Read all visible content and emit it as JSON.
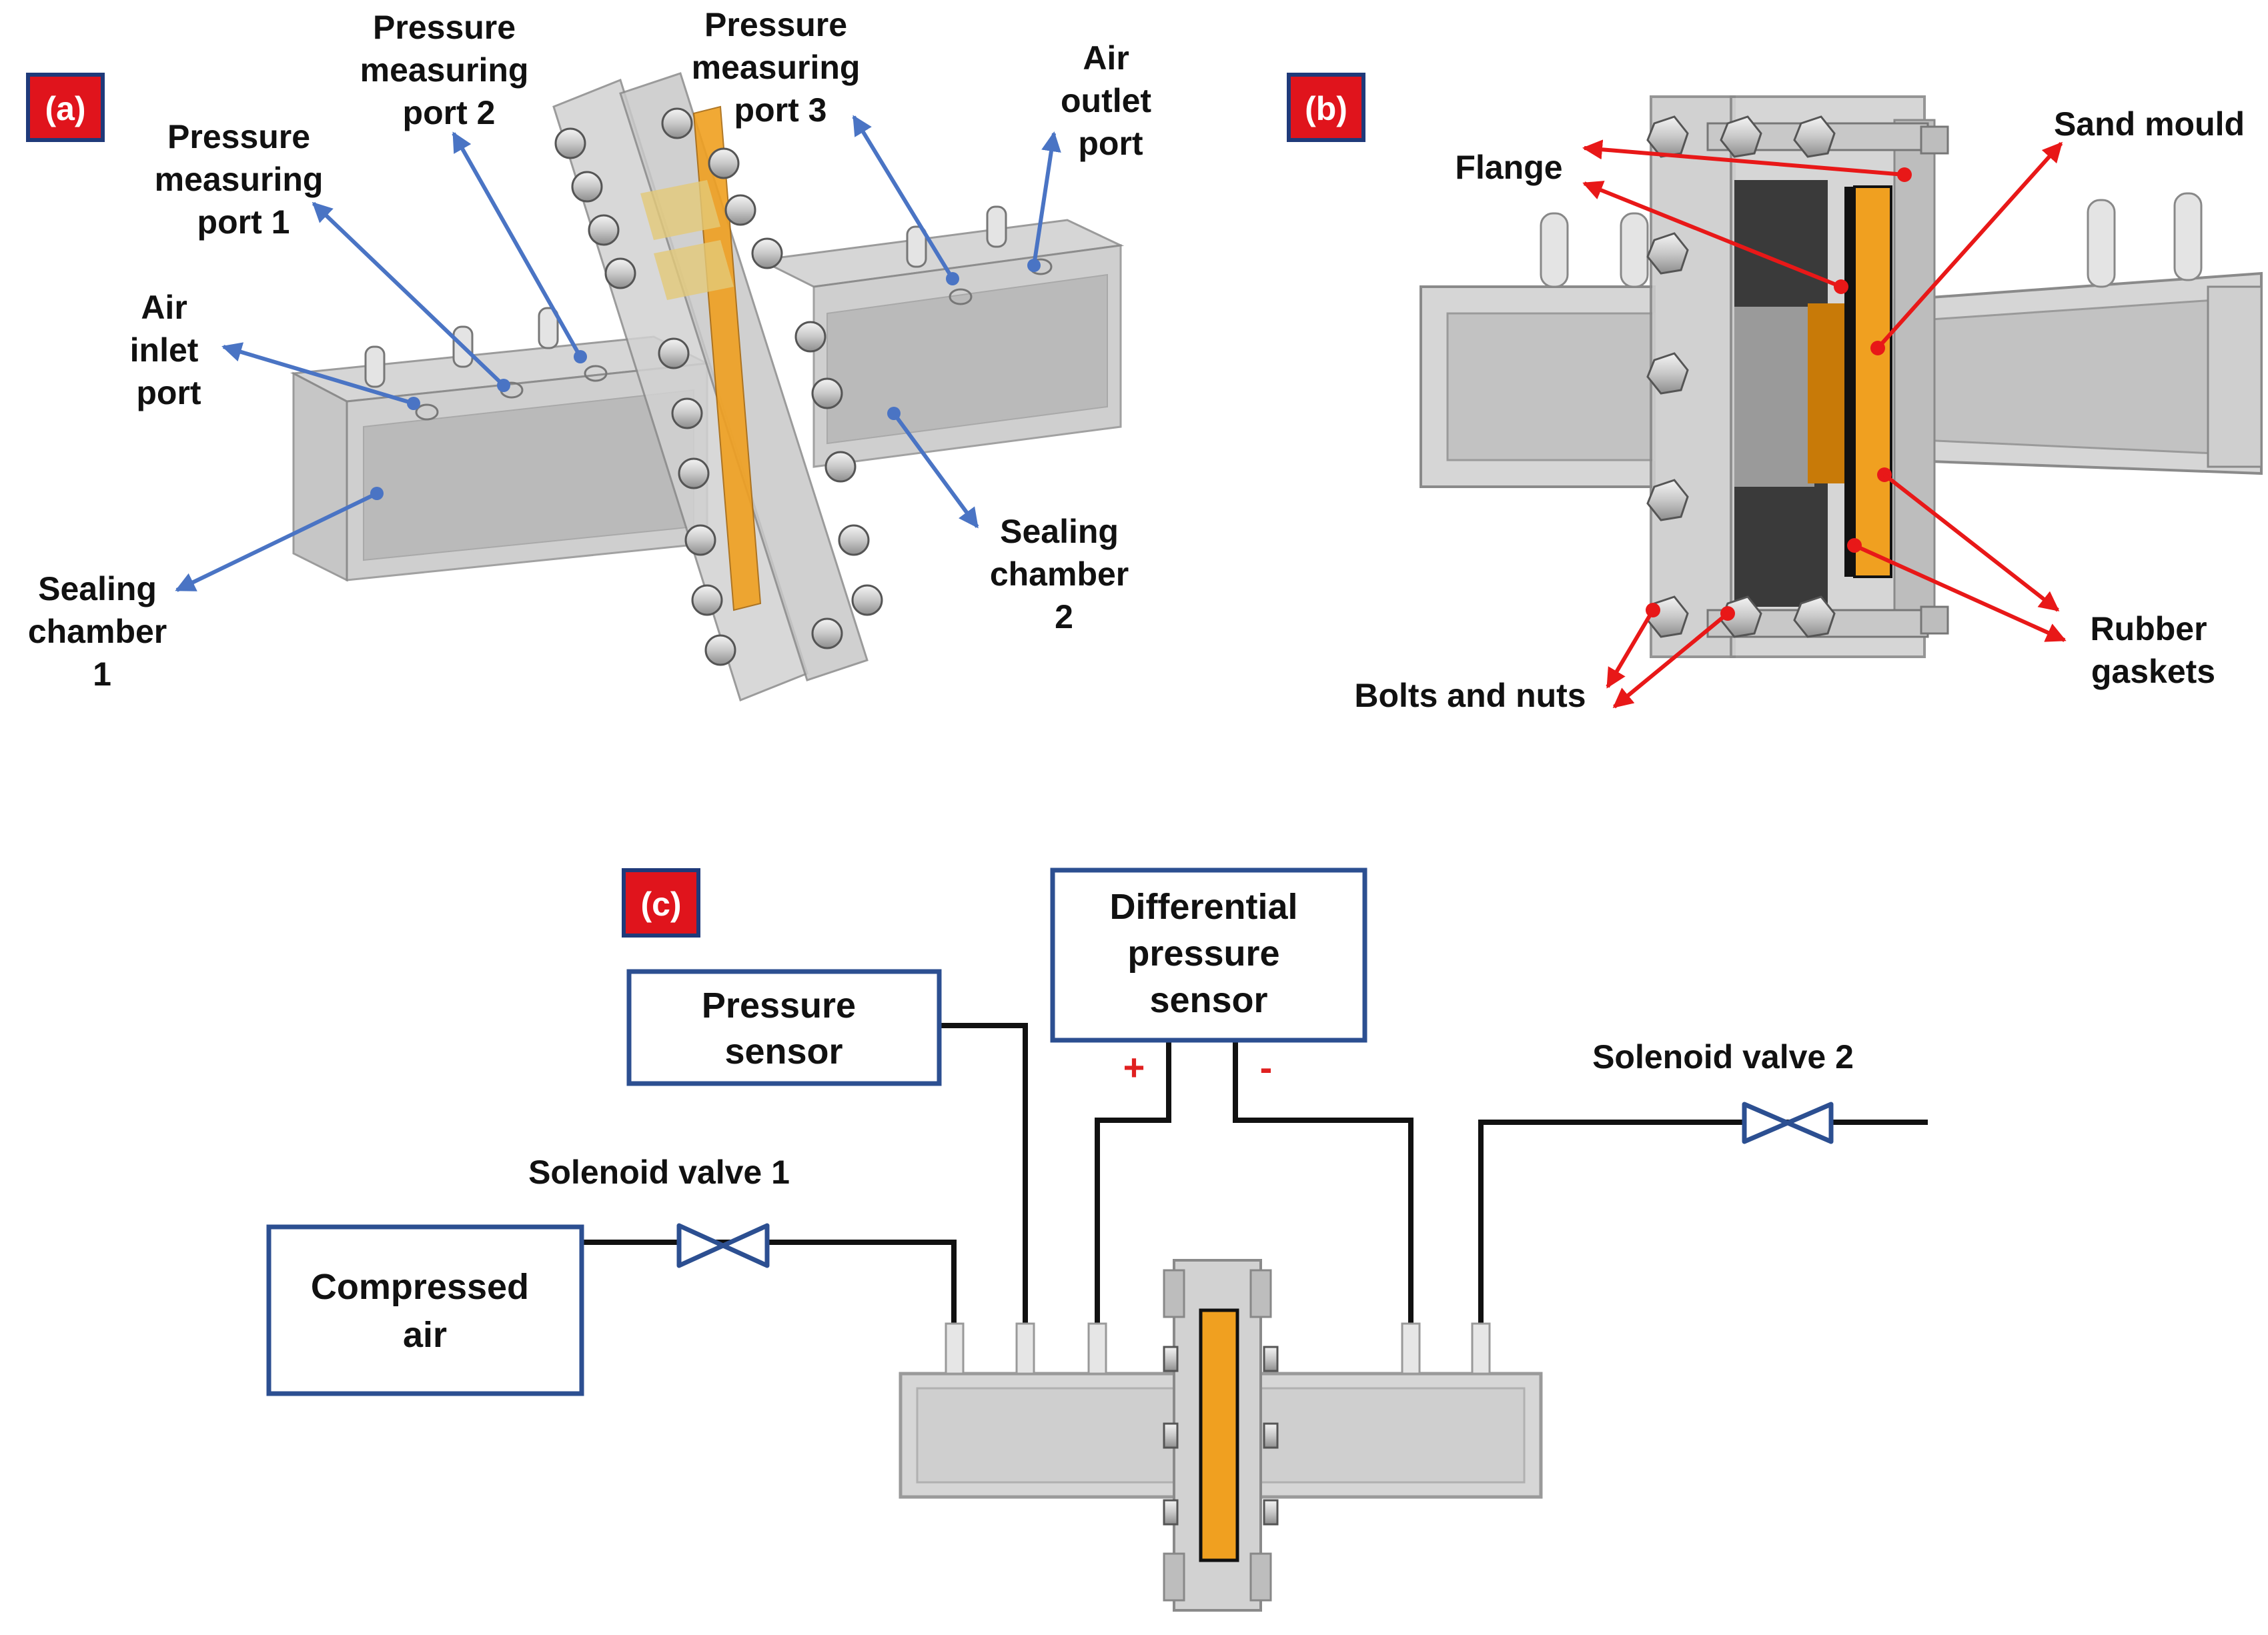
{
  "colors": {
    "badge_fill": "#e0141c",
    "badge_border": "#1f3a7a",
    "blue_arrow": "#4a74c4",
    "red_arrow": "#e81818",
    "box_border": "#2c4f91",
    "valve": "#2c4f91",
    "sand": "#f0a020",
    "pipe": "#111111"
  },
  "panel_a": {
    "badge": "(a)",
    "labels": {
      "pm_port_1": [
        "Pressure",
        "measuring",
        "port 1"
      ],
      "pm_port_2": [
        "Pressure",
        "measuring",
        "port 2"
      ],
      "pm_port_3": [
        "Pressure",
        "measuring",
        "port 3"
      ],
      "air_outlet": [
        "Air",
        "outlet",
        "port"
      ],
      "air_inlet": [
        "Air",
        "inlet",
        "port"
      ],
      "sealing_1": [
        "Sealing",
        "chamber",
        "1"
      ],
      "sealing_2": [
        "Sealing",
        "chamber",
        "2"
      ]
    }
  },
  "panel_b": {
    "badge": "(b)",
    "labels": {
      "flange": "Flange",
      "sand_mould": "Sand mould",
      "rubber_gaskets": [
        "Rubber",
        "gaskets"
      ],
      "bolts_nuts": "Bolts and nuts"
    }
  },
  "panel_c": {
    "badge": "(c)",
    "boxes": {
      "pressure_sensor": [
        "Pressure",
        "sensor"
      ],
      "diff_sensor": [
        "Differential",
        "pressure",
        "sensor"
      ],
      "compressed_air": [
        "Compressed",
        "air"
      ]
    },
    "valves": {
      "valve_1": "Solenoid valve 1",
      "valve_2": "Solenoid valve 2"
    },
    "plus": "+",
    "minus": "-"
  }
}
